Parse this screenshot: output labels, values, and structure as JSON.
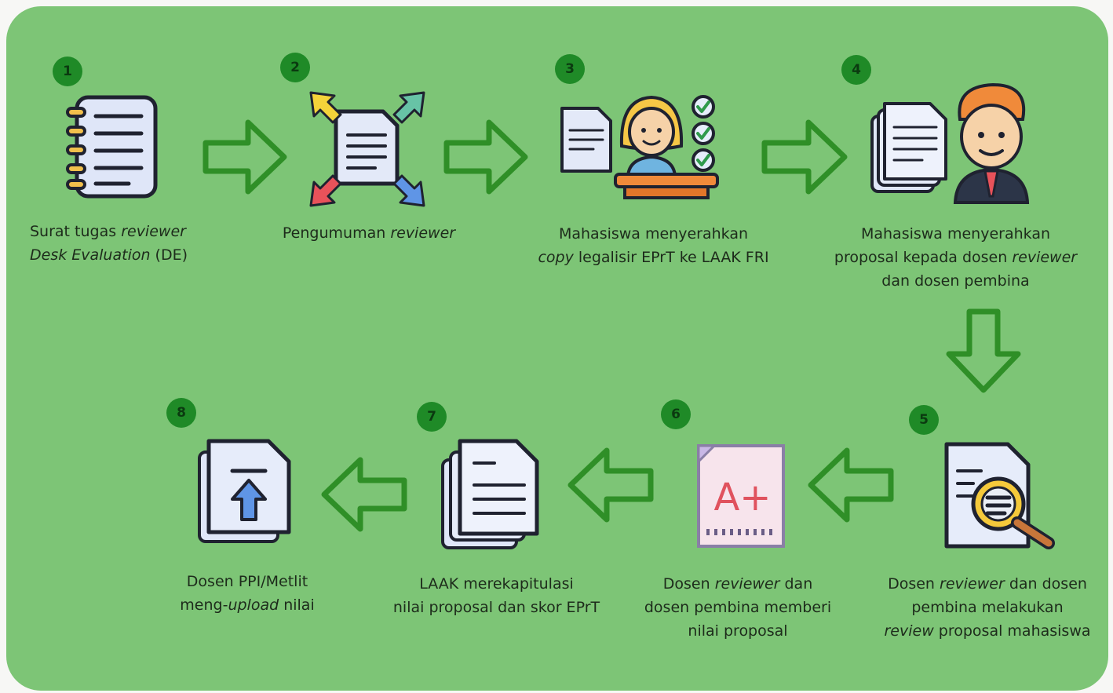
{
  "colors": {
    "panel": "#7dc576",
    "badge": "#1f8a27",
    "arrow": "#2f8f27",
    "text": "#1d2b1b"
  },
  "steps": [
    {
      "number": "1",
      "icon": "spiral-notebook-icon",
      "label_lines": [
        [
          {
            "t": "Surat tugas ",
            "i": false
          },
          {
            "t": "reviewer",
            "i": true
          }
        ],
        [
          {
            "t": "Desk Evaluation",
            "i": true
          },
          {
            "t": " (DE)",
            "i": false
          }
        ]
      ]
    },
    {
      "number": "2",
      "icon": "document-distribute-icon",
      "label_lines": [
        [
          {
            "t": "Pengumuman ",
            "i": false
          },
          {
            "t": "reviewer",
            "i": true
          }
        ]
      ]
    },
    {
      "number": "3",
      "icon": "student-submitting-document-icon",
      "label_lines": [
        [
          {
            "t": "Mahasiswa menyerahkan",
            "i": false
          }
        ],
        [
          {
            "t": "copy",
            "i": true
          },
          {
            "t": " legalisir EPrT ke LAAK FRI",
            "i": false
          }
        ]
      ]
    },
    {
      "number": "4",
      "icon": "documents-and-lecturer-icon",
      "label_lines": [
        [
          {
            "t": "Mahasiswa menyerahkan",
            "i": false
          }
        ],
        [
          {
            "t": "proposal kepada dosen ",
            "i": false
          },
          {
            "t": "reviewer",
            "i": true
          }
        ],
        [
          {
            "t": "dan dosen pembina",
            "i": false
          }
        ]
      ]
    },
    {
      "number": "5",
      "icon": "document-magnifier-icon",
      "label_lines": [
        [
          {
            "t": "Dosen ",
            "i": false
          },
          {
            "t": "reviewer",
            "i": true
          },
          {
            "t": "  dan dosen",
            "i": false
          }
        ],
        [
          {
            "t": "pembina melakukan",
            "i": false
          }
        ],
        [
          {
            "t": "review",
            "i": true
          },
          {
            "t": " proposal mahasiswa",
            "i": false
          }
        ]
      ]
    },
    {
      "number": "6",
      "icon": "grade-a-plus-icon",
      "grade": "A+",
      "label_lines": [
        [
          {
            "t": "Dosen ",
            "i": false
          },
          {
            "t": "reviewer",
            "i": true
          },
          {
            "t": " dan",
            "i": false
          }
        ],
        [
          {
            "t": "dosen pembina memberi",
            "i": false
          }
        ],
        [
          {
            "t": "nilai proposal",
            "i": false
          }
        ]
      ]
    },
    {
      "number": "7",
      "icon": "documents-stack-icon",
      "label_lines": [
        [
          {
            "t": "LAAK merekapitulasi",
            "i": false
          }
        ],
        [
          {
            "t": "nilai proposal dan skor EPrT",
            "i": false
          }
        ]
      ]
    },
    {
      "number": "8",
      "icon": "file-upload-icon",
      "label_lines": [
        [
          {
            "t": "Dosen PPI/Metlit",
            "i": false
          }
        ],
        [
          {
            "t": "meng-",
            "i": false
          },
          {
            "t": "upload",
            "i": true
          },
          {
            "t": " nilai",
            "i": false
          }
        ]
      ]
    }
  ]
}
